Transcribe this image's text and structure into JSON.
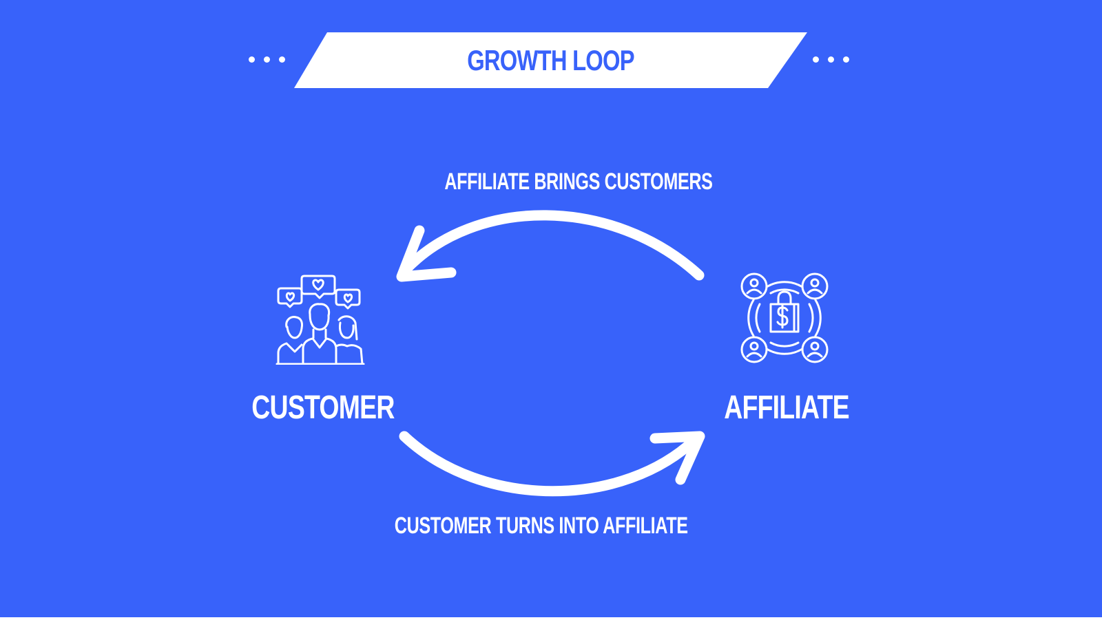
{
  "title": "GROWTH LOOP",
  "nodes": {
    "customer": {
      "label": "CUSTOMER",
      "icon": "people-hearts-icon"
    },
    "affiliate": {
      "label": "AFFILIATE",
      "icon": "affiliate-network-icon"
    }
  },
  "edges": {
    "top": {
      "label": "AFFILIATE BRINGS CUSTOMERS",
      "from": "AFFILIATE",
      "to": "CUSTOMER"
    },
    "bottom": {
      "label": "CUSTOMER TURNS INTO AFFILIATE",
      "from": "CUSTOMER",
      "to": "AFFILIATE"
    }
  },
  "colors": {
    "background": "#3862FA",
    "foreground": "#FFFFFF",
    "title_text": "#3862FA"
  }
}
